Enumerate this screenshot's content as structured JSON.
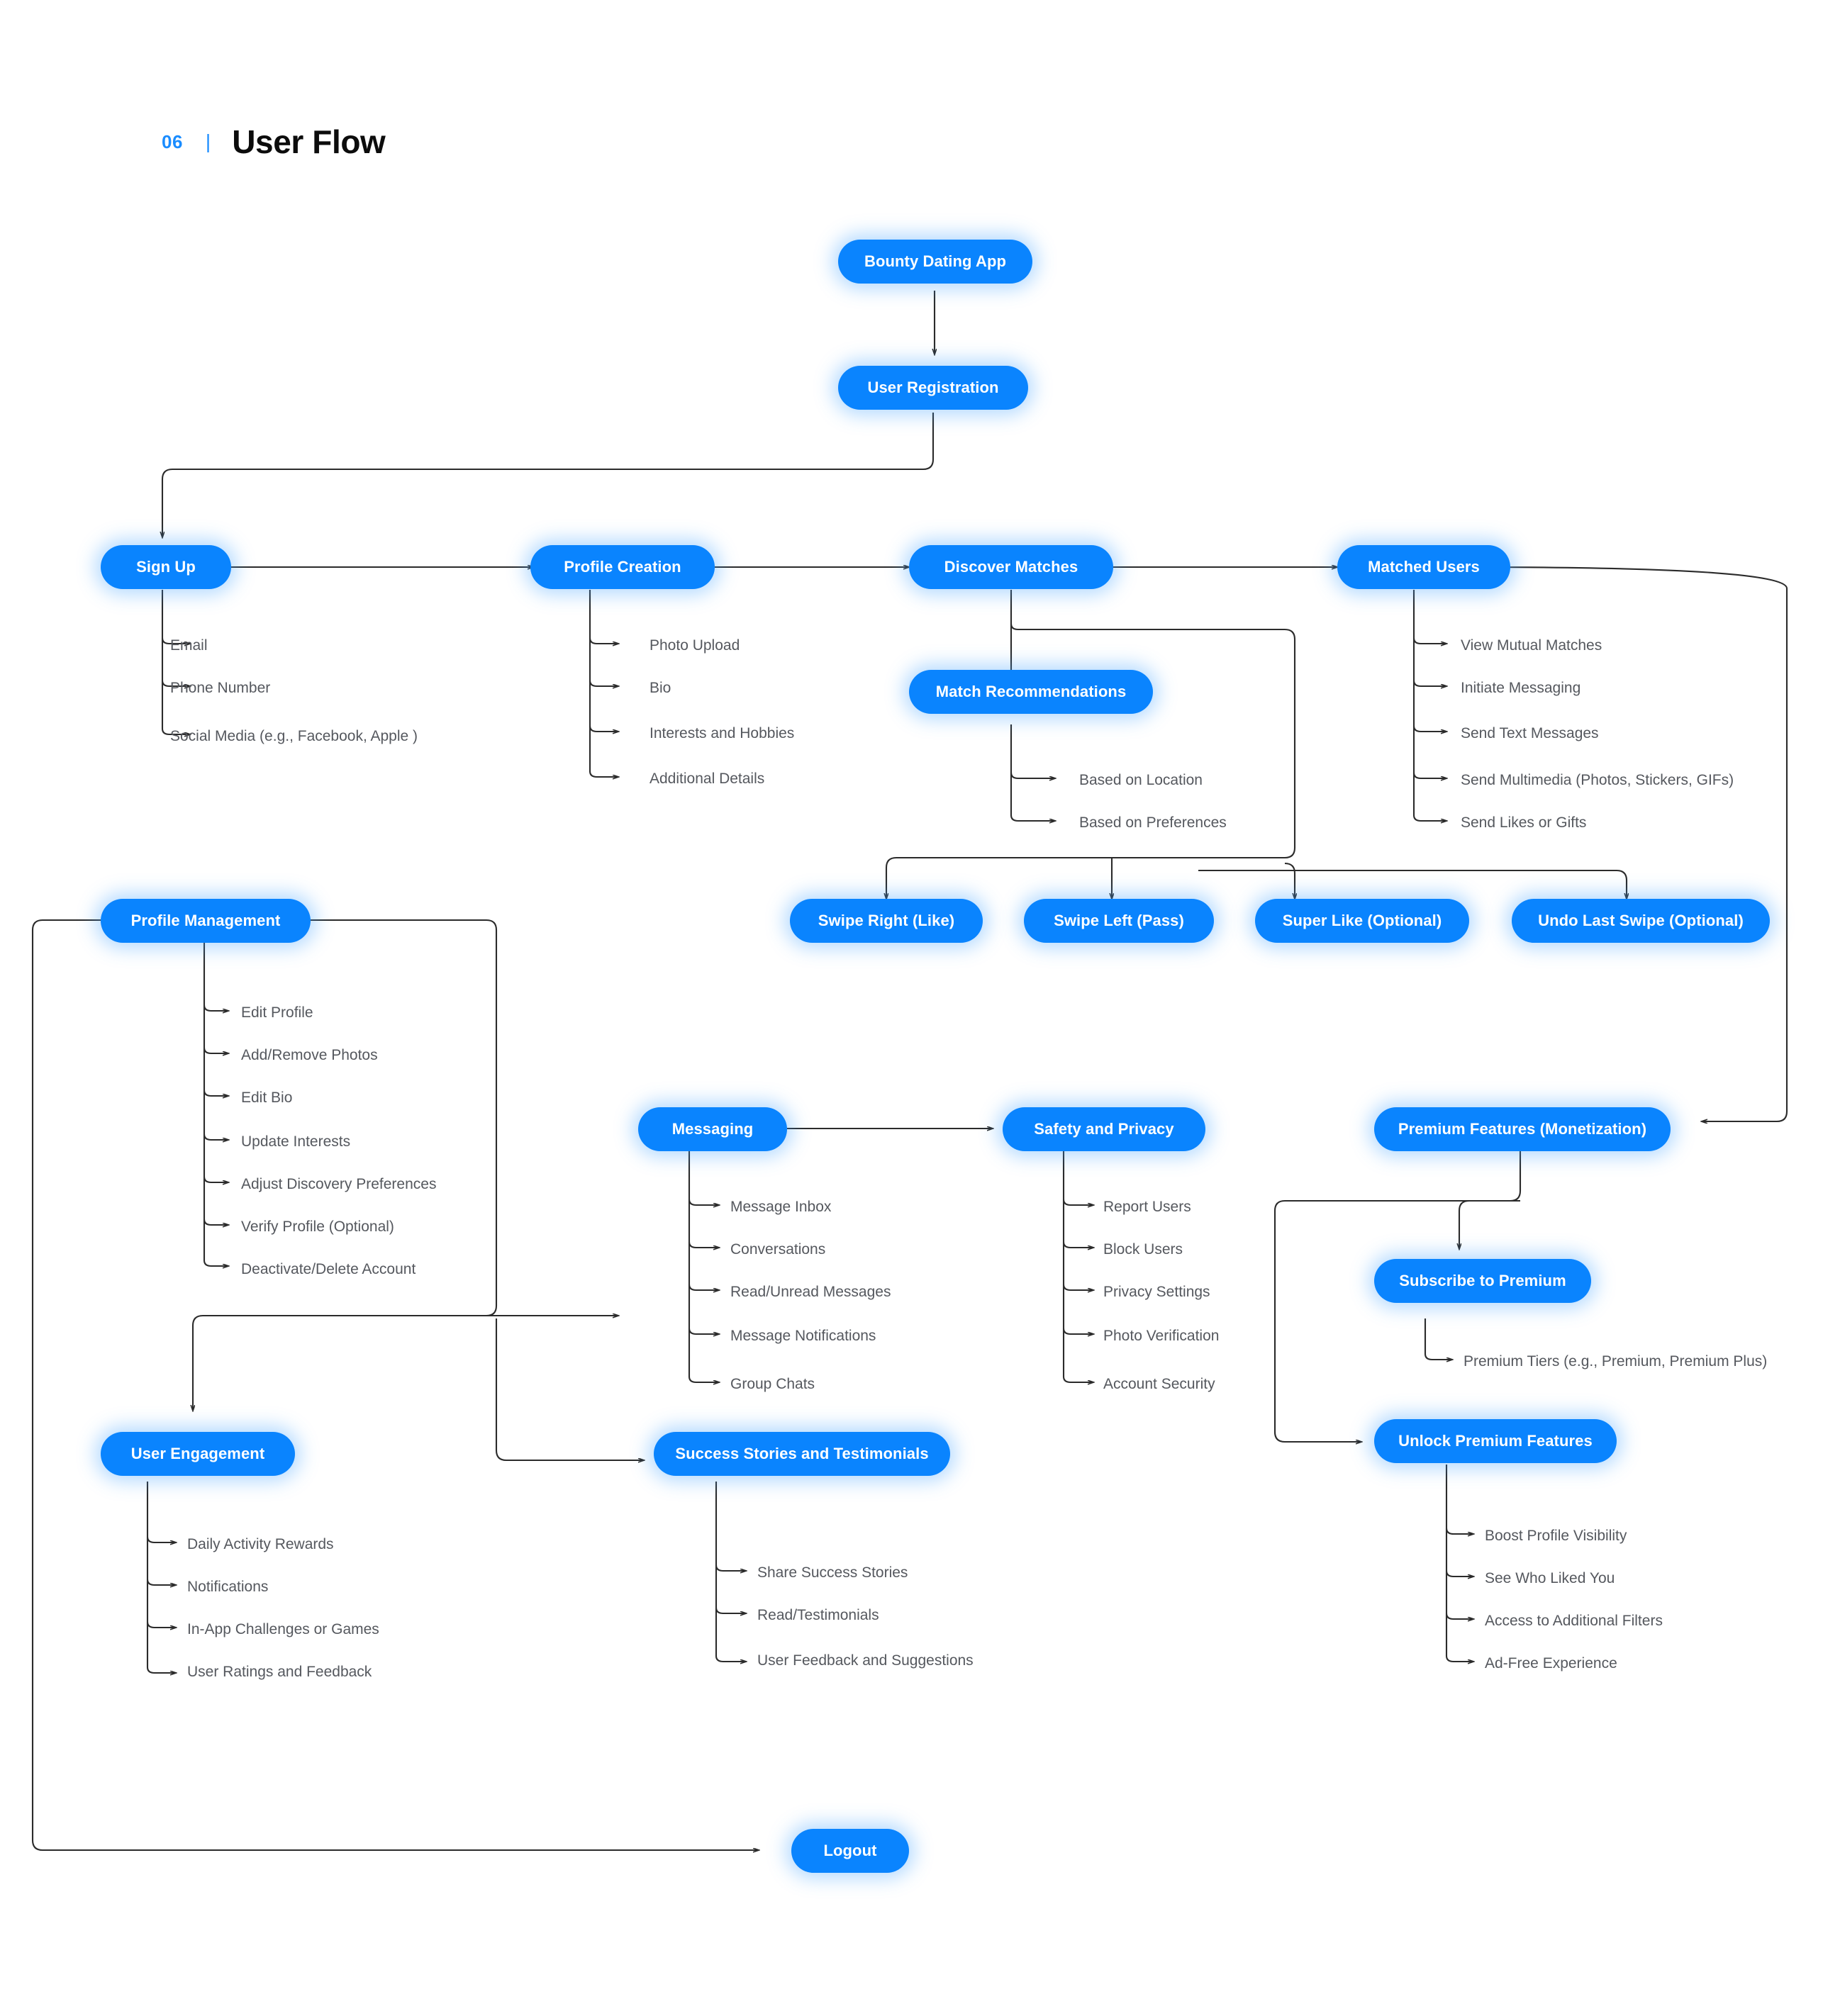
{
  "header": {
    "number": "06",
    "divider": "|",
    "title": "User Flow"
  },
  "theme": {
    "node_fill": "#0a84fe",
    "node_text": "#ffffff",
    "leaf_text": "#55585e",
    "accent": "#1a8cff",
    "edge_stroke": "#2b2b2b",
    "background": "#ffffff"
  },
  "flow": {
    "nodes": {
      "bounty_dating_app": "Bounty Dating App",
      "user_registration": "User Registration",
      "sign_up": "Sign Up",
      "profile_creation": "Profile Creation",
      "discover_matches": "Discover Matches",
      "matched_users": "Matched Users",
      "match_recommendations": "Match Recommendations",
      "swipe_right": "Swipe Right (Like)",
      "swipe_left": "Swipe Left (Pass)",
      "super_like": "Super Like (Optional)",
      "undo_last_swipe": "Undo Last Swipe (Optional)",
      "profile_management": "Profile Management",
      "messaging": "Messaging",
      "safety_and_privacy": "Safety and Privacy",
      "premium_features": "Premium Features (Monetization)",
      "subscribe_to_premium": "Subscribe to Premium",
      "unlock_premium_features": "Unlock Premium Features",
      "user_engagement": "User Engagement",
      "success_stories": "Success Stories and Testimonials",
      "logout": "Logout"
    },
    "branches": {
      "sign_up": [
        "Email",
        "Phone Number",
        "Social Media (e.g., Facebook, Apple )"
      ],
      "profile_creation": [
        "Photo Upload",
        "Bio",
        "Interests and Hobbies",
        "Additional Details"
      ],
      "match_recommendations": [
        "Based on Location",
        "Based on Preferences"
      ],
      "matched_users": [
        "View Mutual Matches",
        "Initiate Messaging",
        "Send Text Messages",
        "Send Multimedia (Photos, Stickers, GIFs)",
        "Send Likes or Gifts"
      ],
      "profile_management": [
        "Edit Profile",
        "Add/Remove Photos",
        "Edit Bio",
        "Update Interests",
        "Adjust Discovery Preferences",
        "Verify Profile (Optional)",
        "Deactivate/Delete Account"
      ],
      "messaging": [
        "Message Inbox",
        "Conversations",
        "Read/Unread Messages",
        "Message Notifications",
        "Group Chats"
      ],
      "safety_and_privacy": [
        "Report Users",
        "Block Users",
        "Privacy Settings",
        "Photo Verification",
        "Account Security"
      ],
      "subscribe_to_premium": [
        "Premium Tiers (e.g., Premium, Premium Plus)"
      ],
      "unlock_premium_features": [
        "Boost Profile Visibility",
        "See Who Liked You",
        "Access to Additional Filters",
        "Ad-Free Experience"
      ],
      "user_engagement": [
        "Daily Activity Rewards",
        "Notifications",
        "In-App Challenges or Games",
        "User Ratings and Feedback"
      ],
      "success_stories": [
        "Share Success Stories",
        "Read/Testimonials",
        "User Feedback and Suggestions"
      ]
    }
  }
}
